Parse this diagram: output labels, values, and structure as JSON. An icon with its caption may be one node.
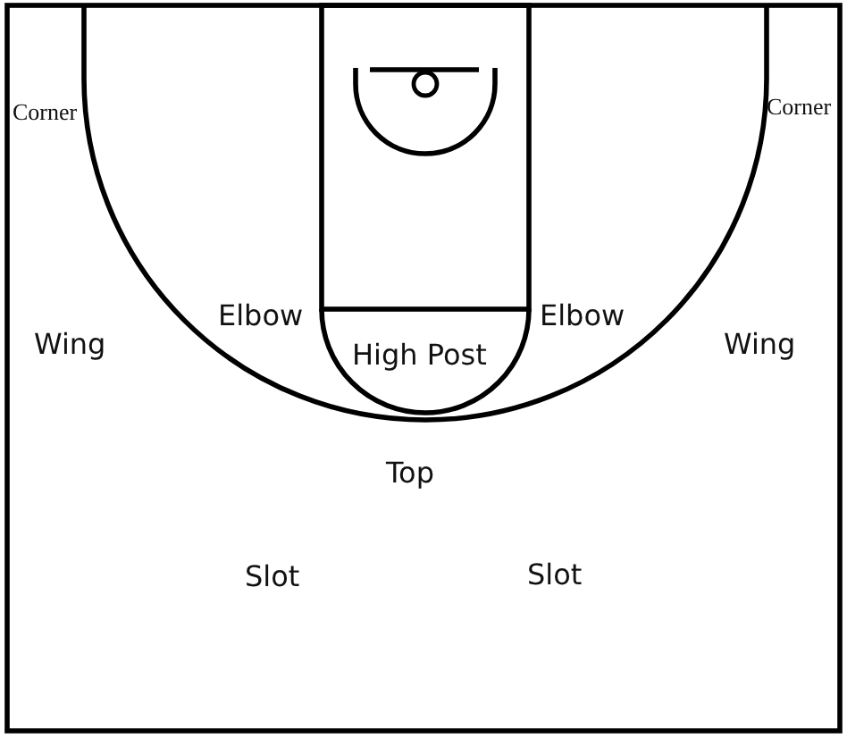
{
  "diagram": {
    "labels": [
      "Corner",
      "Corner",
      "Elbow",
      "Elbow",
      "Wing",
      "High Post",
      "Wing",
      "Top",
      "Slot",
      "Slot"
    ]
  }
}
